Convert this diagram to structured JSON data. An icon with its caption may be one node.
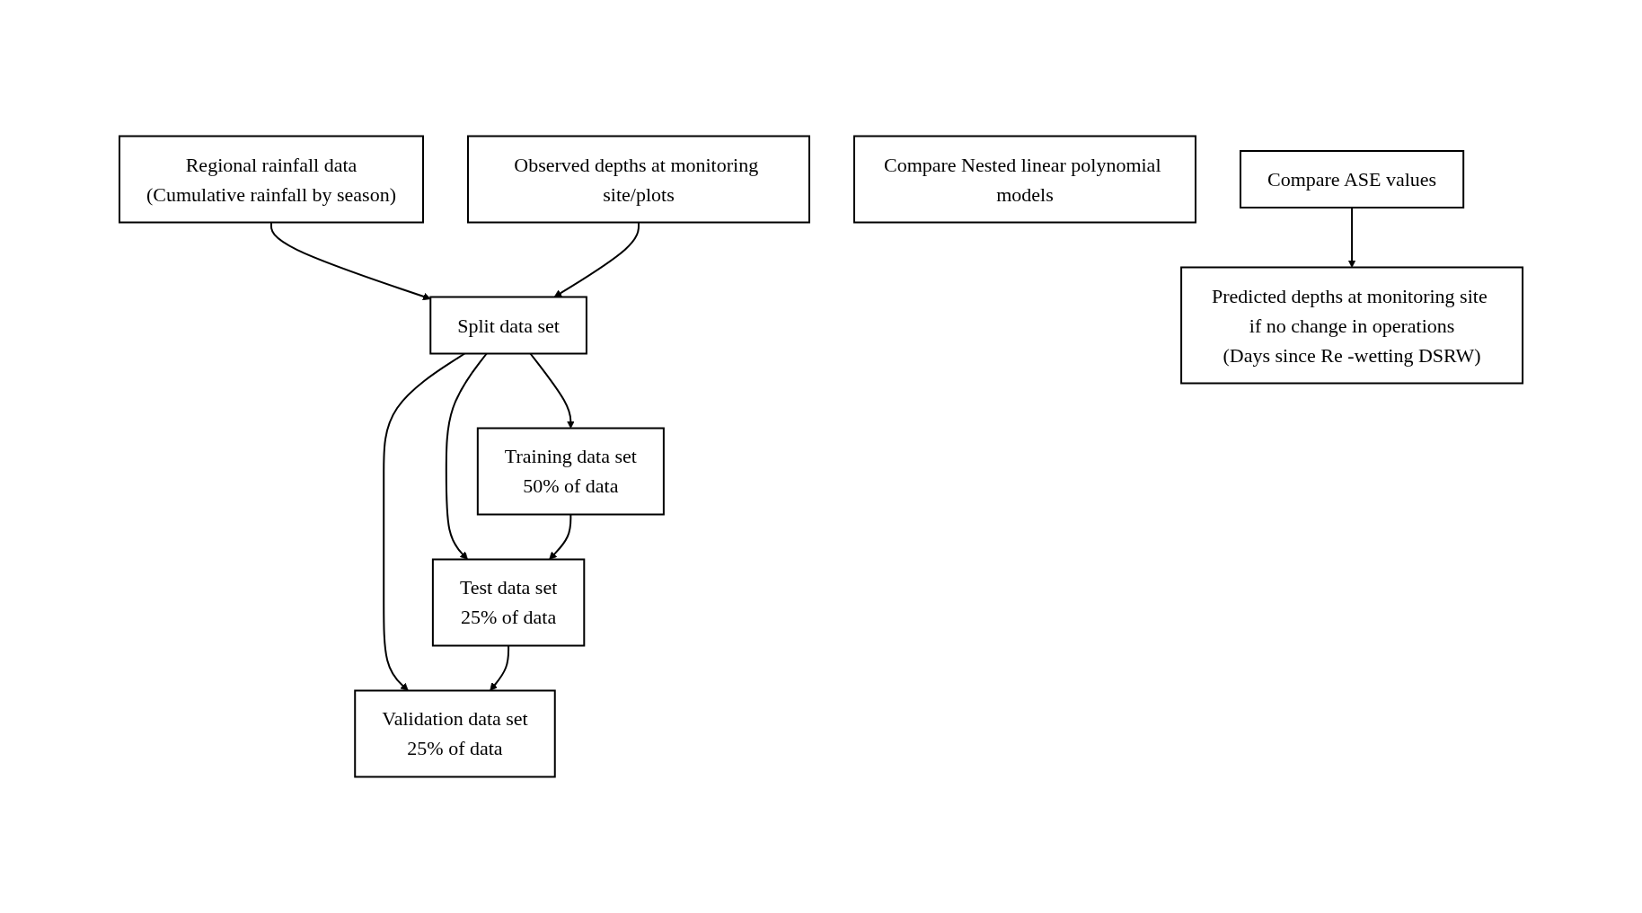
{
  "diagram": {
    "nodes": [
      {
        "text": [
          "Regional rainfall data",
          "(Cumulative rainfall by season)"
        ]
      },
      {
        "text": [
          "Observed depths at monitoring site/plots"
        ]
      },
      {
        "text": [
          "Split data set"
        ]
      },
      {
        "text": [
          "Training data set",
          "50% of data"
        ]
      },
      {
        "text": [
          "Compare Nested linear polynomial models"
        ]
      },
      {
        "text": [
          "Test data set",
          "25% of data"
        ]
      },
      {
        "text": [
          "Validation data set",
          "25% of data"
        ]
      },
      {
        "text": [
          "Compare ASE values"
        ]
      },
      {
        "text": [
          "Predicted depths at monitoring site if no change in operations",
          "(Days since Re -wetting DSRW)"
        ]
      }
    ],
    "edges": [
      {
        "from": 0,
        "to": 2,
        "arrow": "to"
      },
      {
        "from": 1,
        "to": 2,
        "arrow": "to"
      },
      {
        "from": 2,
        "to": 3,
        "arrow": "to"
      },
      {
        "from": 2,
        "to": 5,
        "arrow": "to"
      },
      {
        "from": 2,
        "to": 6,
        "arrow": "to"
      },
      {
        "from": 3,
        "to": 5,
        "arrow": "to"
      },
      {
        "from": 5,
        "to": 6,
        "arrow": "to"
      },
      {
        "from": 7,
        "to": 8,
        "arrow": "to"
      }
    ]
  }
}
